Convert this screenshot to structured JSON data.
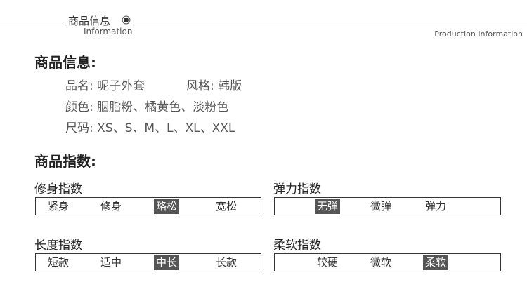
{
  "header": {
    "title_cn": "商品信息",
    "title_en": "Information",
    "right_label": "Production Information"
  },
  "product_info": {
    "title": "商品信息:",
    "rows": [
      {
        "label": "品名:",
        "value": "呢子外套",
        "label2": "风格:",
        "value2": "韩版"
      },
      {
        "label": "颜色:",
        "value": "胭脂粉、橘黄色、淡粉色"
      },
      {
        "label": "尺码:",
        "value": "XS、S、M、L、XL、XXL"
      }
    ]
  },
  "product_index": {
    "title": "商品指数:",
    "scales": [
      {
        "title": "修身指数",
        "options": [
          "紧身",
          "修身",
          "略松",
          "宽松"
        ],
        "selected": 2
      },
      {
        "title": "弹力指数",
        "options": [
          "无弹",
          "微弹",
          "弹力"
        ],
        "selected": 0
      },
      {
        "title": "长度指数",
        "options": [
          "短款",
          "适中",
          "中长",
          "长款"
        ],
        "selected": 2
      },
      {
        "title": "柔软指数",
        "options": [
          "较硬",
          "微软",
          "柔软"
        ],
        "selected": 2
      }
    ]
  }
}
